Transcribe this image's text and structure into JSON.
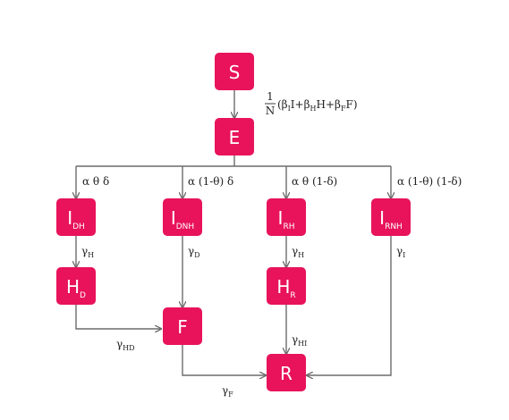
{
  "colors": {
    "accent": "#e8135a",
    "line": "#6b6b6b"
  },
  "nodes": {
    "S": {
      "main": "S",
      "sub": ""
    },
    "E": {
      "main": "E",
      "sub": ""
    },
    "IDH": {
      "main": "I",
      "sub": "DH"
    },
    "IDNH": {
      "main": "I",
      "sub": "DNH"
    },
    "IRH": {
      "main": "I",
      "sub": "RH"
    },
    "IRNH": {
      "main": "I",
      "sub": "RNH"
    },
    "HD": {
      "main": "H",
      "sub": "D"
    },
    "HR": {
      "main": "H",
      "sub": "R"
    },
    "F": {
      "main": "F",
      "sub": ""
    },
    "R": {
      "main": "R",
      "sub": ""
    }
  },
  "labels": {
    "force_numerator": "1",
    "force_denominator": "N",
    "force_rest": "(βII+βHH+βFF)",
    "force_open": "(β",
    "force_sub_i": "I",
    "force_mid1": "I+β",
    "force_sub_h": "H",
    "force_mid2": "H+β",
    "force_sub_f": "F",
    "force_close": "F)",
    "branch_dh": "α θ δ",
    "branch_dnh": "α (1-θ) δ",
    "branch_rh": "α θ (1-δ)",
    "branch_rnh": "α (1-θ) (1-δ)",
    "gamma": "γ",
    "gamma_h_sub": "H",
    "gamma_d_sub": "D",
    "gamma_i_sub": "I",
    "gamma_hd_sub": "HD",
    "gamma_hi_sub": "HI",
    "gamma_f_sub": "F"
  }
}
